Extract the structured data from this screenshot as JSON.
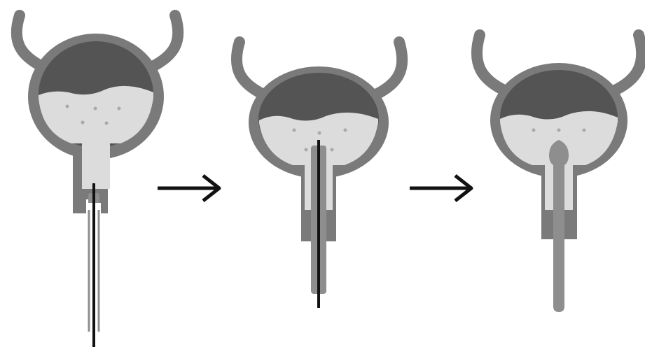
{
  "diagram": {
    "stages": [
      {
        "id": "stage-1",
        "name": "guidewire-insertion"
      },
      {
        "id": "stage-2",
        "name": "catheter-over-guidewire"
      },
      {
        "id": "stage-3",
        "name": "catheter-in-place"
      }
    ],
    "arrows": [
      {
        "from": "stage-1",
        "to": "stage-2",
        "icon": "right-arrow-icon"
      },
      {
        "from": "stage-2",
        "to": "stage-3",
        "icon": "right-arrow-icon"
      }
    ],
    "colors": {
      "bladder_wall": "#7a7a7a",
      "bladder_dark": "#545454",
      "urine": "#dcdcdc",
      "urine_dot": "#a9a9a9",
      "catheter": "#8e8e8e",
      "guidewire": "#111111",
      "arrow": "#111111"
    }
  }
}
